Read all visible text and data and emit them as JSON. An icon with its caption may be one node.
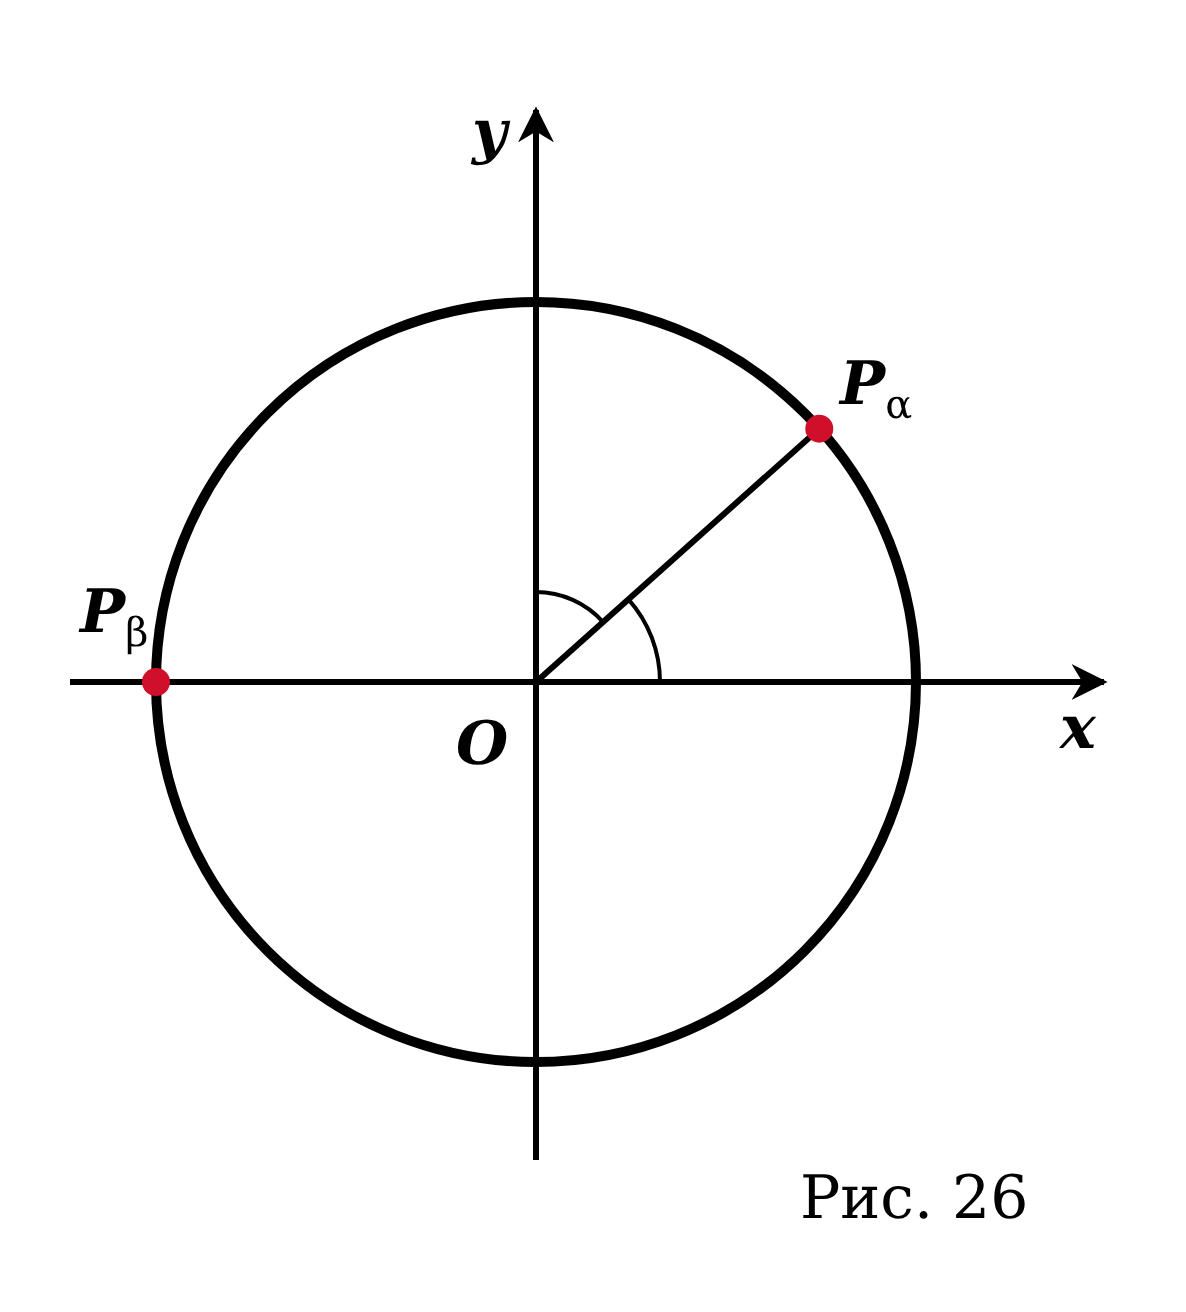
{
  "diagram": {
    "caption": "Рис. 26",
    "labels": [
      "y",
      "x",
      "O",
      "*P*$_{α}$",
      "*P*$_{β}$"
    ]
  }
}
